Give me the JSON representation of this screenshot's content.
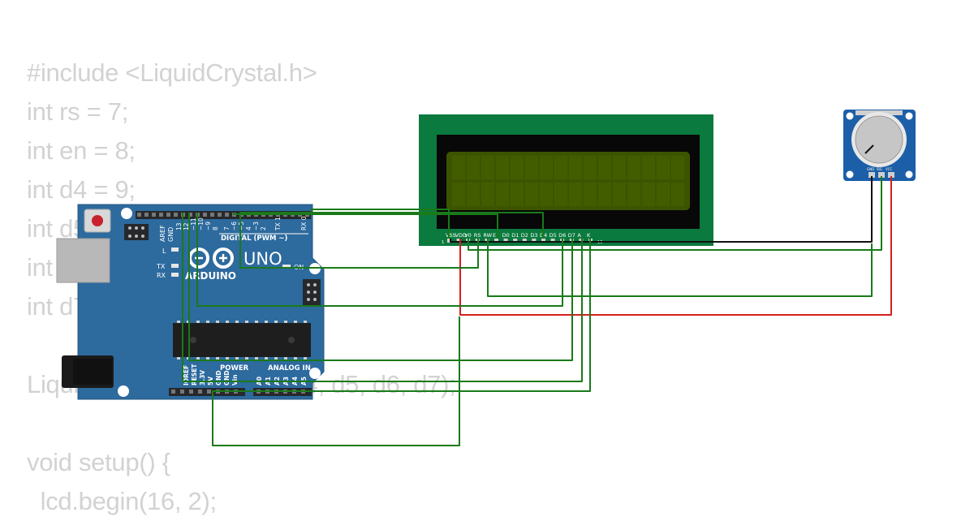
{
  "code_lines": [
    "#include <LiquidCrystal.h>",
    "int rs = 7;",
    "int en = 8;",
    "int d4 = 9;",
    "int d5 = 10;",
    "int d6 = 11;",
    "int d7 = 12;",
    "",
    "LiquidCrystal lcd(rs, en, d4, d5, d6, d7);",
    "",
    "void setup() {",
    "  lcd.begin(16, 2);"
  ],
  "arduino": {
    "digital_header": "DIGITAL (PWM ~)",
    "aref": "AREF",
    "gnd": "GND",
    "model": "UNO",
    "brand": "ARDUINO",
    "on_label": "ON",
    "l_label": "L",
    "tx_label": "TX",
    "rx_label": "RX",
    "power_header": "POWER",
    "analog_header": "ANALOG IN",
    "power_pins": [
      "IOREF",
      "RESET",
      "3.3V",
      "5V",
      "GND",
      "GND",
      "Vin"
    ],
    "analog_pins": [
      "A0",
      "A1",
      "A2",
      "A3",
      "A4",
      "A5"
    ],
    "digital_pins": [
      "13",
      "12",
      "~11",
      "~10",
      "~9",
      "8",
      "7",
      "~6",
      "~5",
      "4",
      "~3",
      "2",
      "TX 1",
      "RX 0"
    ]
  },
  "lcd": {
    "pins": [
      "VSS",
      "VDD",
      "V0",
      "RS",
      "RW",
      "E",
      "D0",
      "D1",
      "D2",
      "D3",
      "D4",
      "D5",
      "D6",
      "D7",
      "A",
      "K"
    ],
    "pin_first": "1",
    "pin_last": "16"
  },
  "potentiometer": {
    "pins": [
      "GND",
      "SIG",
      "VCC"
    ]
  },
  "colors": {
    "code_text": "#d2d2d2",
    "board": "#2d6a9e",
    "lcd_frame": "#0b7a3e",
    "lcd_screen": "#3c5400",
    "wire_green": "#1a7a1a",
    "wire_red": "#d42020",
    "wire_black": "#111111",
    "pot_board": "#1c5fa8"
  }
}
